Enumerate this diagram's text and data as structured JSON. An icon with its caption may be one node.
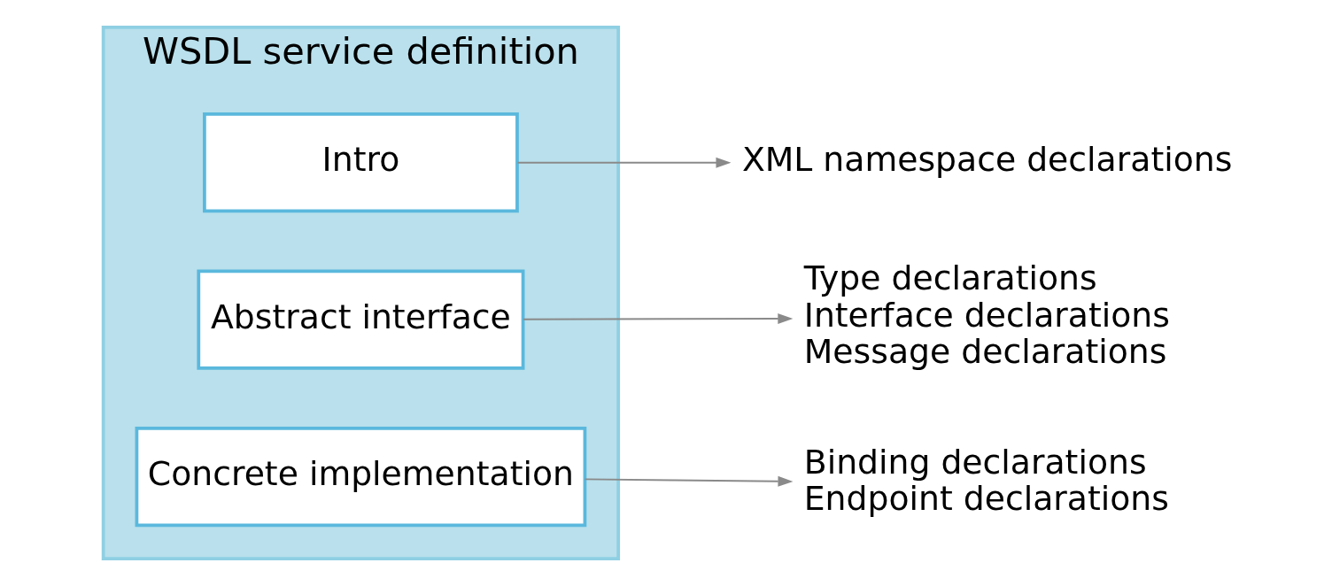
{
  "diagram": {
    "nodes": [
      {
        "text": [
          "WSDL service definition"
        ]
      },
      {
        "text": [
          "Intro"
        ],
        "in": 0
      },
      {
        "text": [
          "Abstract interface"
        ],
        "in": 0
      },
      {
        "text": [
          "Concrete implementation"
        ],
        "in": 0
      },
      {
        "text": [
          "XML namespace declarations"
        ]
      },
      {
        "text": [
          "Type declarations",
          "Interface declarations",
          "Message declarations"
        ]
      },
      {
        "text": [
          "Binding declarations",
          "Endpoint declarations"
        ]
      }
    ],
    "edges": [
      {
        "from": 1,
        "to": 4,
        "arrow": "to"
      },
      {
        "from": 2,
        "to": 5,
        "arrow": "to"
      },
      {
        "from": 3,
        "to": 6,
        "arrow": "to"
      }
    ]
  }
}
